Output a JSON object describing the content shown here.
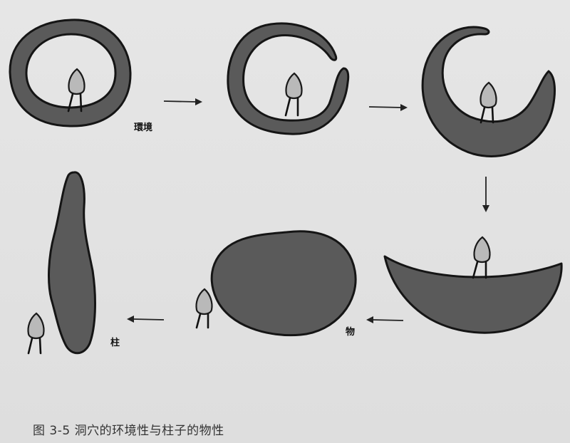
{
  "labels": {
    "environment": "環境",
    "object": "物",
    "pillar": "柱"
  },
  "caption": "图 3-5 洞穴的环境性与柱子的物性",
  "colors": {
    "shape_fill": "#5a5a5a",
    "figure_fill": "#b9b9b9",
    "background": "#e3e3e3"
  }
}
